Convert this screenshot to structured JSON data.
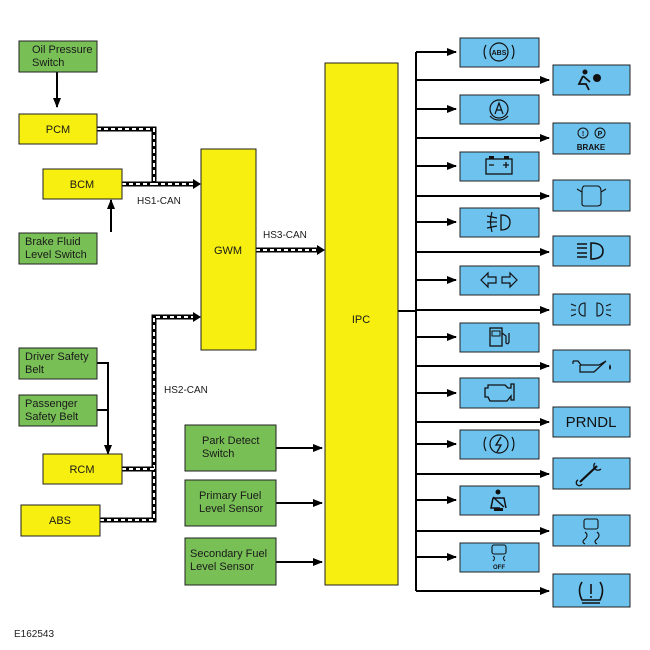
{
  "modules": {
    "oil_pressure_switch": [
      "Oil Pressure",
      "Switch"
    ],
    "pcm": "PCM",
    "bcm": "BCM",
    "brake_fluid_switch": [
      "Brake Fluid",
      "Level Switch"
    ],
    "gwm": "GWM",
    "ipc": "IPC",
    "driver_safety_belt": [
      "Driver Safety",
      "Belt"
    ],
    "passenger_safety_belt": [
      "Passenger",
      "Safety Belt"
    ],
    "rcm": "RCM",
    "abs": "ABS",
    "park_detect_switch": [
      "Park Detect",
      "Switch"
    ],
    "primary_fuel_sensor": [
      "Primary Fuel",
      "Level Sensor"
    ],
    "secondary_fuel_sensor": [
      "Secondary Fuel",
      "Level Sensor"
    ]
  },
  "buses": {
    "hs1": "HS1-CAN",
    "hs2": "HS2-CAN",
    "hs3": "HS3-CAN"
  },
  "indicator_texts": {
    "brake": "BRAKE",
    "prndl": "PRNDL",
    "off": "OFF"
  },
  "figure_ref": "E162543",
  "colors": {
    "green": "#78bf56",
    "yellow": "#f7ef0f",
    "blue": "#6ec2ee",
    "line": "#000000"
  },
  "indicators": [
    "abs-icon",
    "airbag-icon",
    "parking-brake-auto-icon",
    "brake-warning-icon",
    "battery-icon",
    "door-ajar-icon",
    "front-fog-icon",
    "high-beam-icon",
    "turn-signal-icon",
    "side-lights-icon",
    "fuel-icon",
    "oil-pressure-icon",
    "engine-check-icon",
    "prndl-display",
    "electric-fault-icon",
    "service-wrench-icon",
    "seatbelt-icon",
    "stability-control-icon",
    "stability-off-icon",
    "tire-pressure-icon"
  ]
}
